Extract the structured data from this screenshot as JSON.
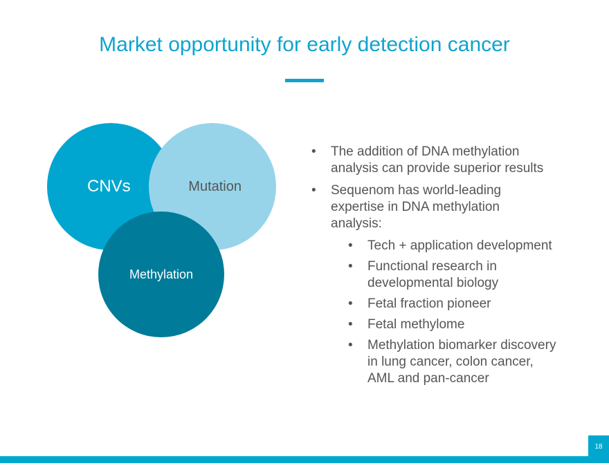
{
  "title": "Market opportunity for early detection cancer",
  "venn": {
    "cnvs": "CNVs",
    "mutation": "Mutation",
    "methylation": "Methylation"
  },
  "bullets": [
    "The addition of DNA methylation analysis can provide superior results",
    "Sequenom has world-leading expertise in DNA methylation analysis:"
  ],
  "sub_bullets": [
    "Tech + application development",
    "Functional research in developmental biology",
    "Fetal fraction pioneer",
    "Fetal methylome",
    "Methylation biomarker discovery in lung cancer, colon cancer, AML and pan-cancer"
  ],
  "page_number": "18",
  "colors": {
    "accent": "#0fa3cf",
    "cnvs": "#00a6cf",
    "mutation": "#97d4ea",
    "methylation": "#007b99"
  }
}
